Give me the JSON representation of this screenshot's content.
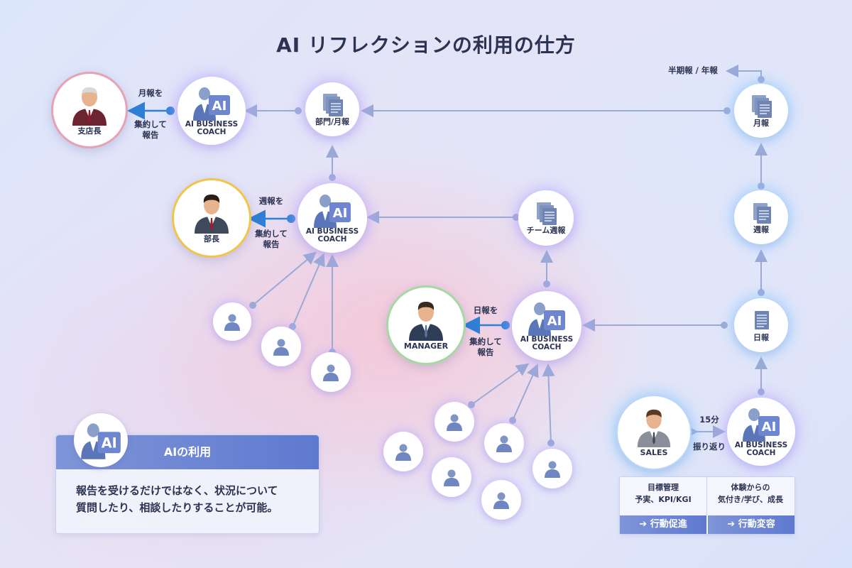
{
  "title": "AI リフレクションの利用の仕方",
  "coach_label_line1": "AI BUSINESS",
  "coach_label_line2": "COACH",
  "ai_badge": "AI",
  "people": {
    "branch_manager": "支店長",
    "department_head": "部長",
    "manager": "MANAGER",
    "sales": "SALES"
  },
  "documents": {
    "dept_monthly": "部門/月報",
    "team_weekly": "チーム週報",
    "monthly": "月報",
    "weekly": "週報",
    "daily": "日報",
    "half_year": "半期報 / 年報"
  },
  "annotations": {
    "monthly_line1": "月報を",
    "monthly_line2": "集約して",
    "monthly_line3": "報告",
    "weekly_line1": "週報を",
    "weekly_line2": "集約して",
    "weekly_line3": "報告",
    "daily_line1": "日報を",
    "daily_line2": "集約して",
    "daily_line3": "報告",
    "reflection_time": "15分",
    "reflection_label": "振り返り"
  },
  "info_box": {
    "heading": "AIの利用",
    "text_line1": "報告を受けるだけではなく、状況について",
    "text_line2": "質問したり、相談したりすることが可能。"
  },
  "sales_box": {
    "left_line1": "目標管理",
    "left_line2": "予実、KPI/KGI",
    "right_line1": "体験からの",
    "right_line2": "気付き/学び、成長",
    "left_button": "➔ 行動促進",
    "right_button": "➔ 行動変容"
  },
  "colors": {
    "title": "#2c3352",
    "accent_blue": "#5e79d0",
    "arrow_blue": "#2f7fd6",
    "line": "#9aa9d6",
    "branch_ring": "#e7a2b4",
    "dept_ring": "#f1c54a",
    "manager_ring": "#a6d8a3"
  }
}
